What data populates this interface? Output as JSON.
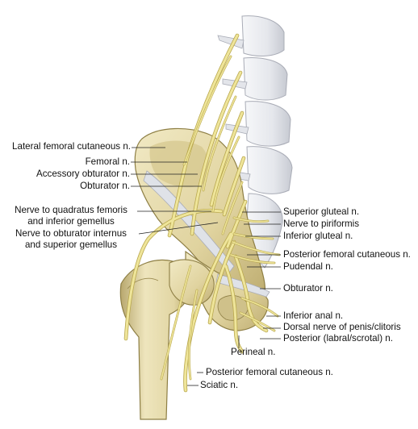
{
  "labels": {
    "lateral_femoral_cutaneous": "Lateral femoral cutaneous n.",
    "femoral": "Femoral n.",
    "accessory_obturator": "Accessory obturator n.",
    "obturator_left": "Obturator n.",
    "quadratus_femoris_line1": "Nerve to quadratus femoris",
    "quadratus_femoris_line2": "and inferior gemellus",
    "obturator_internus_line1": "Nerve to obturator internus",
    "obturator_internus_line2": "and superior gemellus",
    "superior_gluteal": "Superior gluteal n.",
    "piriformis": "Nerve to piriformis",
    "inferior_gluteal": "Inferior gluteal n.",
    "posterior_femoral_cutaneous_right": "Posterior femoral cutaneous n.",
    "pudendal": "Pudendal n.",
    "obturator_right": "Obturator n.",
    "inferior_anal": "Inferior anal n.",
    "dorsal_nerve": "Dorsal nerve of penis/clitoris",
    "posterior_labral_scrotal": "Posterior (labral/scrotal) n.",
    "perineal": "Perineal n.",
    "posterior_femoral_cutaneous_bottom": "Posterior femoral cutaneous n.",
    "sciatic": "Sciatic n."
  },
  "colors": {
    "bone": "#e6dcae",
    "bone_shadow": "#b8ab74",
    "nerve": "#efe59a",
    "nerve_edge": "#b9a84e",
    "spine": "#e9eaee",
    "spine_edge": "#a9acb6",
    "ligament": "#d9dde4",
    "leader": "#222222"
  }
}
